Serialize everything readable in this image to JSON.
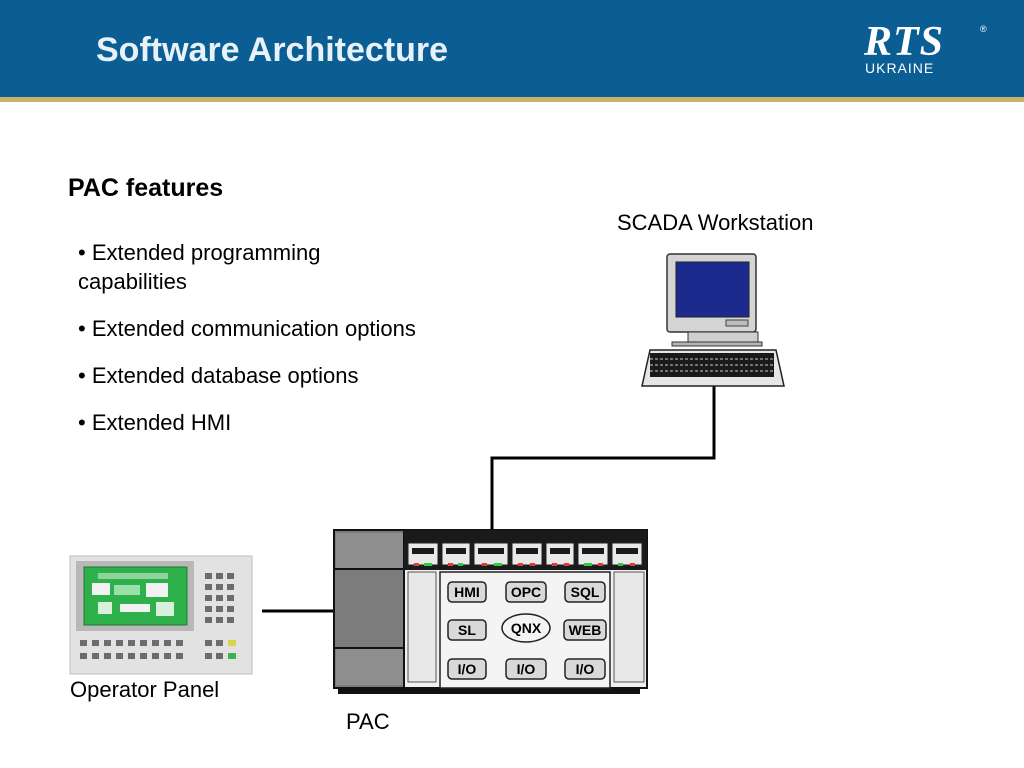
{
  "slide": {
    "title": "Software Architecture",
    "logo_main": "RTS",
    "logo_registered": "®",
    "logo_sub": "UKRAINE"
  },
  "content": {
    "heading": "PAC features",
    "bullets": [
      "• Extended programming capabilities",
      "• Extended communication options",
      "• Extended database options",
      "• Extended HMI"
    ]
  },
  "diagram": {
    "workstation_label": "SCADA Workstation",
    "operator_panel_label": "Operator Panel",
    "pac_label": "PAC",
    "modules": [
      "HMI",
      "OPC",
      "SQL",
      "SL",
      "QNX",
      "WEB",
      "I/O",
      "I/O",
      "I/O"
    ]
  },
  "colors": {
    "header": "#0a5e94",
    "header_accent": "#c9b26b",
    "screen": "#1b2a8c",
    "panel_green": "#2eb04a"
  }
}
